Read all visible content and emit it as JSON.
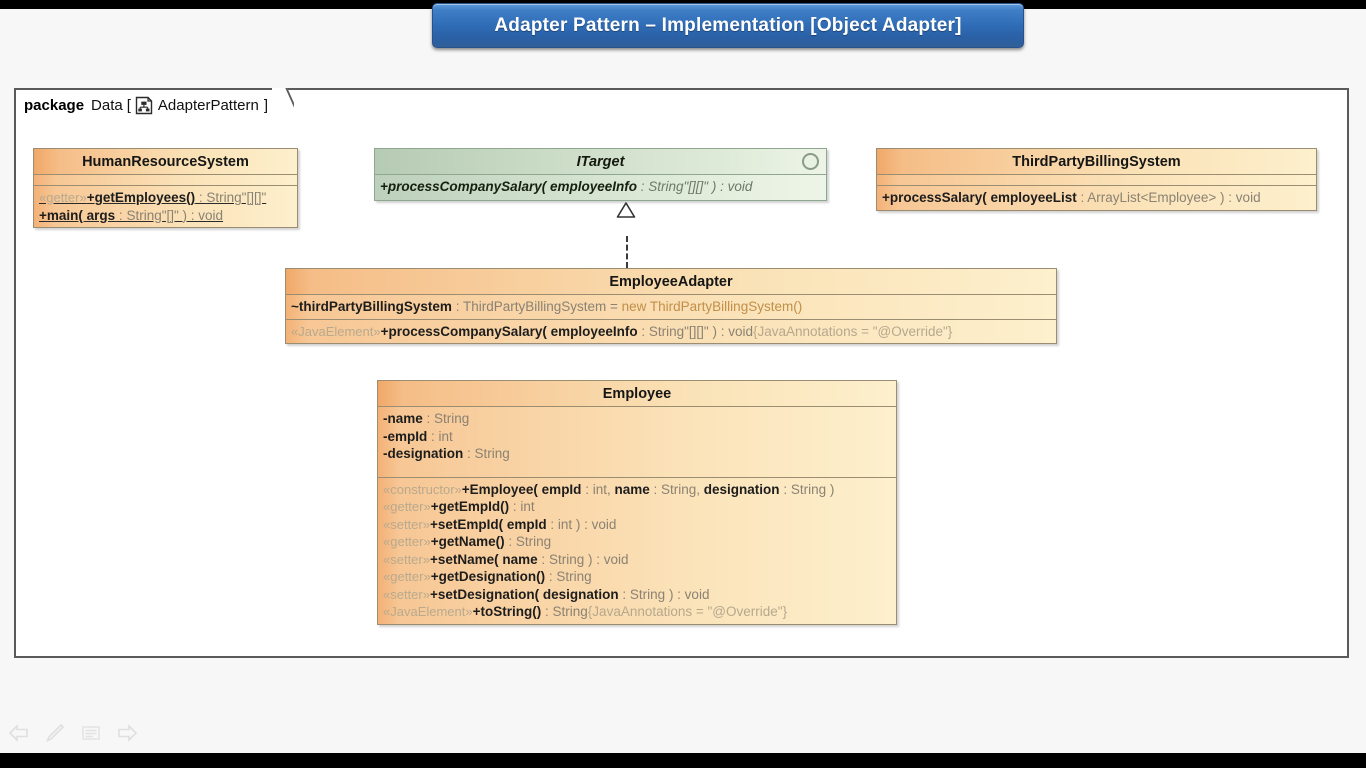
{
  "title": {
    "text": "Adapter Pattern – Implementation [Object Adapter]"
  },
  "package": {
    "keyword": "package",
    "name": "Data",
    "bracket_open": "[",
    "icon": "diagram-document-icon",
    "reference": "AdapterPattern",
    "bracket_close": "]"
  },
  "classes": {
    "human_resource_system": {
      "name": "HumanResourceSystem",
      "attributes": [],
      "operations": [
        {
          "stereotype": "«getter»",
          "visibility": "+",
          "signature": "getEmployees()",
          "sep": " : ",
          "type": "String\"[][]\"",
          "static": true
        },
        {
          "stereotype": "",
          "visibility": "+",
          "signature": "main( args",
          "sep": " : ",
          "type": "String\"[]\" ) : void",
          "static": true
        }
      ]
    },
    "itarget": {
      "name": "ITarget",
      "marker": "interface-circle-icon",
      "operations": [
        {
          "visibility": "+",
          "signature": "processCompanySalary( employeeInfo",
          "sep": " : ",
          "type": "String\"[][]\" ) : void"
        }
      ]
    },
    "third_party_billing_system": {
      "name": "ThirdPartyBillingSystem",
      "attributes": [],
      "operations": [
        {
          "stereotype": "",
          "visibility": "+",
          "signature": "processSalary( employeeList",
          "sep": " : ",
          "type": "ArrayList<Employee> ) : void"
        }
      ]
    },
    "employee_adapter": {
      "name": "EmployeeAdapter",
      "attributes": [
        {
          "visibility": "~",
          "signature": "thirdPartyBillingSystem",
          "sep": " : ",
          "type": "ThirdPartyBillingSystem = ",
          "keyword": "new ThirdPartyBillingSystem()"
        }
      ],
      "operations": [
        {
          "stereotype": "«JavaElement»",
          "visibility": "+",
          "signature": "processCompanySalary( employeeInfo",
          "sep": " : ",
          "type": "String\"[][]\" ) : void",
          "annotation": "{JavaAnnotations = \"@Override\"}"
        }
      ]
    },
    "employee": {
      "name": "Employee",
      "attributes": [
        {
          "visibility": "-",
          "signature": "name",
          "sep": " : ",
          "type": "String"
        },
        {
          "visibility": "-",
          "signature": "empId",
          "sep": " : ",
          "type": "int"
        },
        {
          "visibility": "-",
          "signature": "designation",
          "sep": " : ",
          "type": "String"
        }
      ],
      "operations": [
        {
          "stereotype": "«constructor»",
          "visibility": "+",
          "signature": "Employee( empId",
          "sep": " : ",
          "type": "int, ",
          "bold2": "name",
          "sep2": " : ",
          "type2": "String, ",
          "bold3": "designation",
          "sep3": " : ",
          "type3": "String )"
        },
        {
          "stereotype": "«getter»",
          "visibility": "+",
          "signature": "getEmpId()",
          "sep": " : ",
          "type": "int"
        },
        {
          "stereotype": "«setter»",
          "visibility": "+",
          "signature": "setEmpId( empId",
          "sep": " : ",
          "type": "int ) : void"
        },
        {
          "stereotype": "«getter»",
          "visibility": "+",
          "signature": "getName()",
          "sep": " : ",
          "type": "String"
        },
        {
          "stereotype": "«setter»",
          "visibility": "+",
          "signature": "setName( name",
          "sep": " : ",
          "type": "String ) : void"
        },
        {
          "stereotype": "«getter»",
          "visibility": "+",
          "signature": "getDesignation()",
          "sep": " : ",
          "type": "String"
        },
        {
          "stereotype": "«setter»",
          "visibility": "+",
          "signature": "setDesignation( designation",
          "sep": " : ",
          "type": "String ) : void"
        },
        {
          "stereotype": "«JavaElement»",
          "visibility": "+",
          "signature": "toString()",
          "sep": " : ",
          "type": "String",
          "annotation": "{JavaAnnotations = \"@Override\"}"
        }
      ]
    }
  },
  "relationship": {
    "type": "realization",
    "from": "EmployeeAdapter",
    "to": "ITarget"
  },
  "toolbar": {
    "icons": [
      "back-arrow-icon",
      "pencil-icon",
      "lines-icon",
      "forward-arrow-icon"
    ]
  },
  "colors": {
    "title_blue": "#2f6cb6",
    "class_orange": "#f0a869",
    "class_cream": "#fdf0cd",
    "interface_green": "#c6d8c2",
    "border": "#9a8d72"
  }
}
